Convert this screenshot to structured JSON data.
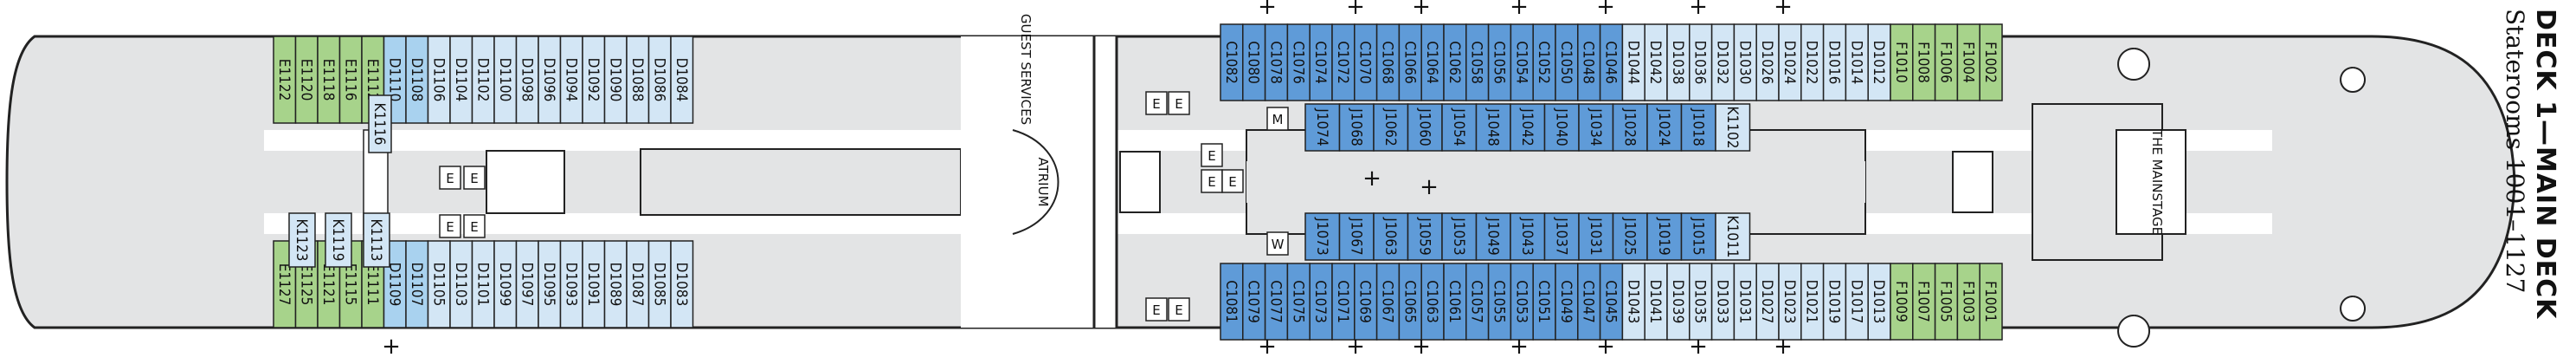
{
  "title": "DECK 1—MAIN DECK",
  "subtitle": "Staterooms 1001–1127",
  "labels": {
    "guest_services": "GUEST SERVICES",
    "atrium": "ATRIUM",
    "mainstage": "THE MAINSTAGE"
  },
  "colors": {
    "blue": "#5f9bd8",
    "light_blue": "#a9d2ef",
    "pale_blue": "#d3e6f5",
    "green": "#a7d38b",
    "hull": "#e3e4e5",
    "outline": "#222222"
  },
  "top_row_a": [
    {
      "id": "E1122",
      "c": "green"
    },
    {
      "id": "E1120",
      "c": "green"
    },
    {
      "id": "E1118",
      "c": "green"
    },
    {
      "id": "E1116",
      "c": "green"
    },
    {
      "id": "E1112",
      "c": "green"
    },
    {
      "id": "D1110",
      "c": "light_blue"
    },
    {
      "id": "D1108",
      "c": "light_blue"
    },
    {
      "id": "D1106",
      "c": "pale_blue"
    },
    {
      "id": "D1104",
      "c": "pale_blue"
    },
    {
      "id": "D1102",
      "c": "pale_blue"
    },
    {
      "id": "D1100",
      "c": "pale_blue"
    },
    {
      "id": "D1098",
      "c": "pale_blue"
    },
    {
      "id": "D1096",
      "c": "pale_blue"
    },
    {
      "id": "D1094",
      "c": "pale_blue"
    },
    {
      "id": "D1092",
      "c": "pale_blue"
    },
    {
      "id": "D1090",
      "c": "pale_blue"
    },
    {
      "id": "D1088",
      "c": "pale_blue"
    },
    {
      "id": "D1086",
      "c": "pale_blue"
    },
    {
      "id": "D1084",
      "c": "pale_blue"
    }
  ],
  "bottom_row_a": [
    {
      "id": "E1127",
      "c": "green"
    },
    {
      "id": "E1125",
      "c": "green"
    },
    {
      "id": "E1121",
      "c": "green"
    },
    {
      "id": "E1115",
      "c": "green"
    },
    {
      "id": "E1111",
      "c": "green"
    },
    {
      "id": "D1109",
      "c": "light_blue"
    },
    {
      "id": "D1107",
      "c": "light_blue"
    },
    {
      "id": "D1105",
      "c": "pale_blue"
    },
    {
      "id": "D1103",
      "c": "pale_blue"
    },
    {
      "id": "D1101",
      "c": "pale_blue"
    },
    {
      "id": "D1099",
      "c": "pale_blue"
    },
    {
      "id": "D1097",
      "c": "pale_blue"
    },
    {
      "id": "D1095",
      "c": "pale_blue"
    },
    {
      "id": "D1093",
      "c": "pale_blue"
    },
    {
      "id": "D1091",
      "c": "pale_blue"
    },
    {
      "id": "D1089",
      "c": "pale_blue"
    },
    {
      "id": "D1087",
      "c": "pale_blue"
    },
    {
      "id": "D1085",
      "c": "pale_blue"
    },
    {
      "id": "D1083",
      "c": "pale_blue"
    }
  ],
  "top_row_b": [
    {
      "id": "C1082",
      "c": "blue"
    },
    {
      "id": "C1080",
      "c": "blue"
    },
    {
      "id": "C1078",
      "c": "blue"
    },
    {
      "id": "C1076",
      "c": "blue"
    },
    {
      "id": "C1074",
      "c": "blue"
    },
    {
      "id": "C1072",
      "c": "blue"
    },
    {
      "id": "C1070",
      "c": "blue"
    },
    {
      "id": "C1068",
      "c": "blue"
    },
    {
      "id": "C1066",
      "c": "blue"
    },
    {
      "id": "C1064",
      "c": "blue"
    },
    {
      "id": "C1062",
      "c": "blue"
    },
    {
      "id": "C1058",
      "c": "blue"
    },
    {
      "id": "C1056",
      "c": "blue"
    },
    {
      "id": "C1054",
      "c": "blue"
    },
    {
      "id": "C1052",
      "c": "blue"
    },
    {
      "id": "C1050",
      "c": "blue"
    },
    {
      "id": "C1048",
      "c": "blue"
    },
    {
      "id": "C1046",
      "c": "blue"
    },
    {
      "id": "D1044",
      "c": "pale_blue"
    },
    {
      "id": "D1042",
      "c": "pale_blue"
    },
    {
      "id": "D1038",
      "c": "pale_blue"
    },
    {
      "id": "D1036",
      "c": "pale_blue"
    },
    {
      "id": "D1032",
      "c": "pale_blue"
    },
    {
      "id": "D1030",
      "c": "pale_blue"
    },
    {
      "id": "D1026",
      "c": "pale_blue"
    },
    {
      "id": "D1024",
      "c": "pale_blue"
    },
    {
      "id": "D1022",
      "c": "pale_blue"
    },
    {
      "id": "D1016",
      "c": "pale_blue"
    },
    {
      "id": "D1014",
      "c": "pale_blue"
    },
    {
      "id": "D1012",
      "c": "pale_blue"
    },
    {
      "id": "F1010",
      "c": "green"
    },
    {
      "id": "F1008",
      "c": "green"
    },
    {
      "id": "F1006",
      "c": "green"
    },
    {
      "id": "F1004",
      "c": "green"
    },
    {
      "id": "F1002",
      "c": "green"
    }
  ],
  "bottom_row_b": [
    {
      "id": "C1081",
      "c": "blue"
    },
    {
      "id": "C1079",
      "c": "blue"
    },
    {
      "id": "C1077",
      "c": "blue"
    },
    {
      "id": "C1075",
      "c": "blue"
    },
    {
      "id": "C1073",
      "c": "blue"
    },
    {
      "id": "C1071",
      "c": "blue"
    },
    {
      "id": "C1069",
      "c": "blue"
    },
    {
      "id": "C1067",
      "c": "blue"
    },
    {
      "id": "C1065",
      "c": "blue"
    },
    {
      "id": "C1063",
      "c": "blue"
    },
    {
      "id": "C1061",
      "c": "blue"
    },
    {
      "id": "C1057",
      "c": "blue"
    },
    {
      "id": "C1055",
      "c": "blue"
    },
    {
      "id": "C1053",
      "c": "blue"
    },
    {
      "id": "C1051",
      "c": "blue"
    },
    {
      "id": "C1049",
      "c": "blue"
    },
    {
      "id": "C1047",
      "c": "blue"
    },
    {
      "id": "C1045",
      "c": "blue"
    },
    {
      "id": "D1043",
      "c": "pale_blue"
    },
    {
      "id": "D1041",
      "c": "pale_blue"
    },
    {
      "id": "D1039",
      "c": "pale_blue"
    },
    {
      "id": "D1035",
      "c": "pale_blue"
    },
    {
      "id": "D1033",
      "c": "pale_blue"
    },
    {
      "id": "D1031",
      "c": "pale_blue"
    },
    {
      "id": "D1027",
      "c": "pale_blue"
    },
    {
      "id": "D1023",
      "c": "pale_blue"
    },
    {
      "id": "D1021",
      "c": "pale_blue"
    },
    {
      "id": "D1019",
      "c": "pale_blue"
    },
    {
      "id": "D1017",
      "c": "pale_blue"
    },
    {
      "id": "D1013",
      "c": "pale_blue"
    },
    {
      "id": "F1009",
      "c": "green"
    },
    {
      "id": "F1007",
      "c": "green"
    },
    {
      "id": "F1005",
      "c": "green"
    },
    {
      "id": "F1003",
      "c": "green"
    },
    {
      "id": "F1001",
      "c": "green"
    }
  ],
  "inner_top": [
    {
      "id": "J1074",
      "c": "blue"
    },
    {
      "id": "J1068",
      "c": "blue"
    },
    {
      "id": "J1062",
      "c": "blue"
    },
    {
      "id": "J1060",
      "c": "blue"
    },
    {
      "id": "J1054",
      "c": "blue"
    },
    {
      "id": "J1048",
      "c": "blue"
    },
    {
      "id": "J1042",
      "c": "blue"
    },
    {
      "id": "J1040",
      "c": "blue"
    },
    {
      "id": "J1034",
      "c": "blue"
    },
    {
      "id": "J1028",
      "c": "blue"
    },
    {
      "id": "J1024",
      "c": "blue"
    },
    {
      "id": "J1018",
      "c": "blue"
    },
    {
      "id": "K1102",
      "c": "pale_blue"
    }
  ],
  "inner_bottom": [
    {
      "id": "J1073",
      "c": "blue"
    },
    {
      "id": "J1067",
      "c": "blue"
    },
    {
      "id": "J1063",
      "c": "blue"
    },
    {
      "id": "J1059",
      "c": "blue"
    },
    {
      "id": "J1053",
      "c": "blue"
    },
    {
      "id": "J1049",
      "c": "blue"
    },
    {
      "id": "J1043",
      "c": "blue"
    },
    {
      "id": "J1037",
      "c": "blue"
    },
    {
      "id": "J1031",
      "c": "blue"
    },
    {
      "id": "J1025",
      "c": "blue"
    },
    {
      "id": "J1019",
      "c": "blue"
    },
    {
      "id": "J1015",
      "c": "blue"
    },
    {
      "id": "K1011",
      "c": "pale_blue"
    }
  ],
  "aft_small": [
    {
      "id": "K1116",
      "c": "pale_blue"
    },
    {
      "id": "K1123",
      "c": "pale_blue"
    },
    {
      "id": "K1119",
      "c": "pale_blue"
    },
    {
      "id": "K1113",
      "c": "pale_blue"
    }
  ],
  "room_tags": [
    "E",
    "E",
    "E",
    "E",
    "E",
    "E",
    "E",
    "E",
    "E",
    "E",
    "E",
    "M",
    "W"
  ]
}
